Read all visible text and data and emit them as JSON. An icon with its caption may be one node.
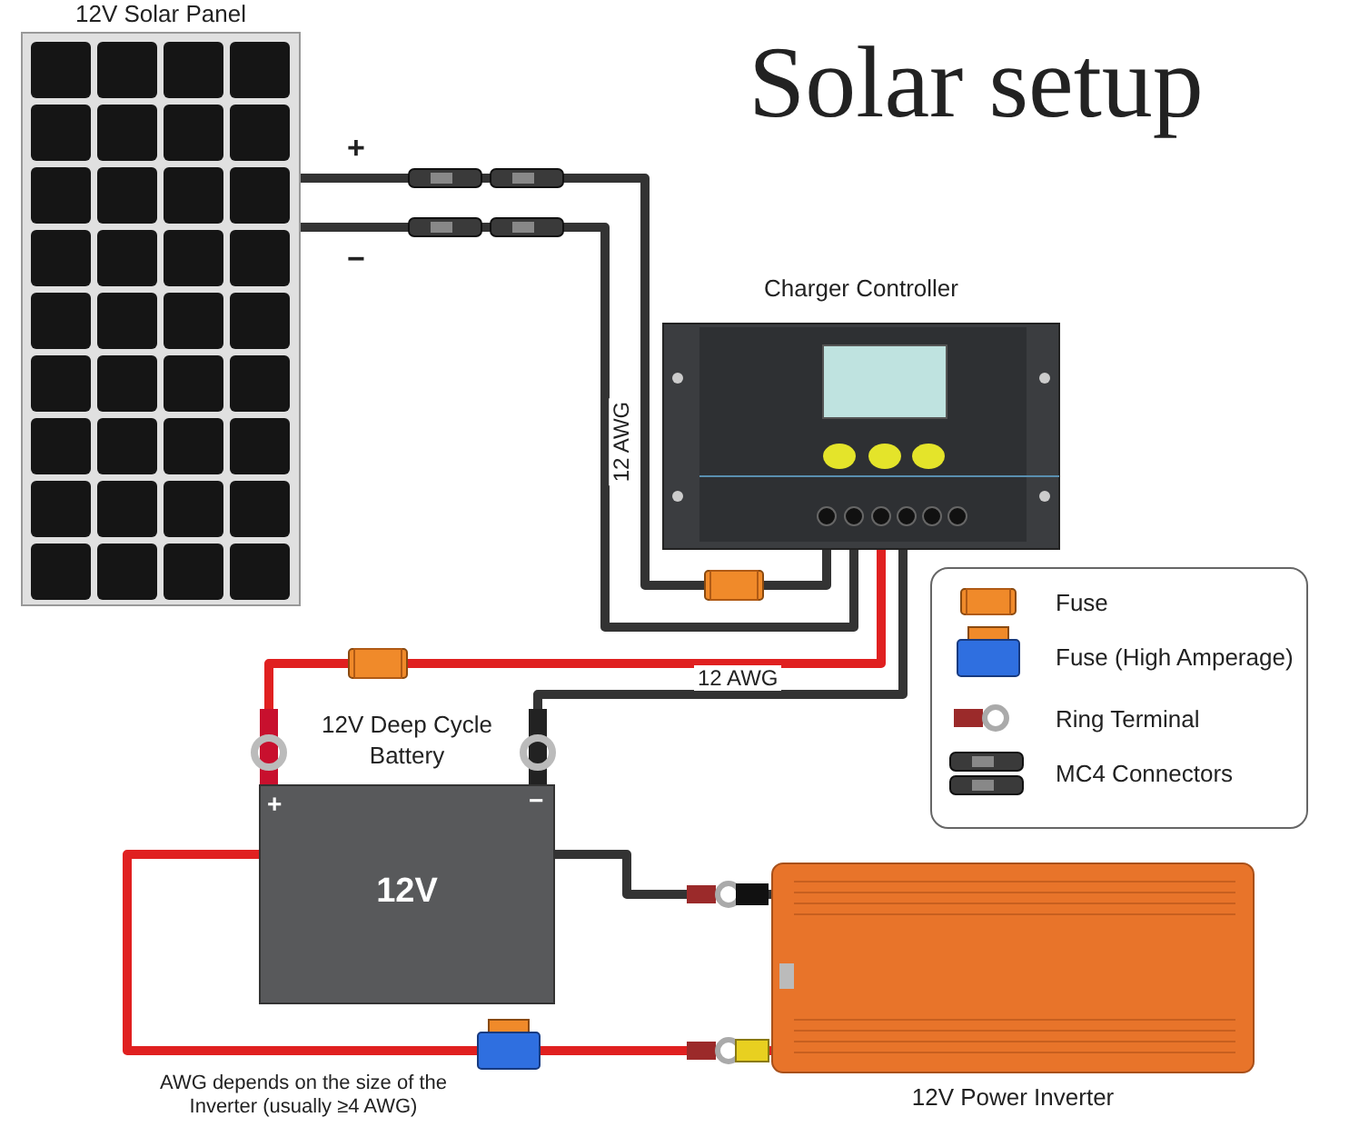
{
  "diagram": {
    "title": "Solar setup",
    "nodes": [
      {
        "text": [
          "12V Solar Panel"
        ]
      },
      {
        "text": [
          "Charger Controller"
        ]
      },
      {
        "text": [
          "12V Deep Cycle Battery",
          "12V"
        ]
      },
      {
        "text": [
          "12V Power Inverter"
        ]
      }
    ],
    "edges": [
      {
        "from": 0,
        "to": 1,
        "arrow": "none",
        "label": "+"
      },
      {
        "from": 0,
        "to": 1,
        "arrow": "none",
        "label": "−"
      },
      {
        "from": 1,
        "to": 2,
        "arrow": "none",
        "color": "#e02020"
      },
      {
        "from": 1,
        "to": 2,
        "arrow": "none"
      },
      {
        "from": 2,
        "to": 3,
        "arrow": "none"
      },
      {
        "from": 2,
        "to": 3,
        "arrow": "none",
        "color": "#e02020"
      }
    ],
    "labels": [
      "12 AWG",
      "12 AWG",
      "+",
      "−",
      "AWG depends on the size of the Inverter (usually ≥4 AWG)"
    ],
    "legend": [
      {
        "text": "Fuse"
      },
      {
        "text": "Fuse (High Amperage)"
      },
      {
        "text": "Ring Terminal"
      },
      {
        "text": "MC4 Connectors"
      }
    ]
  }
}
